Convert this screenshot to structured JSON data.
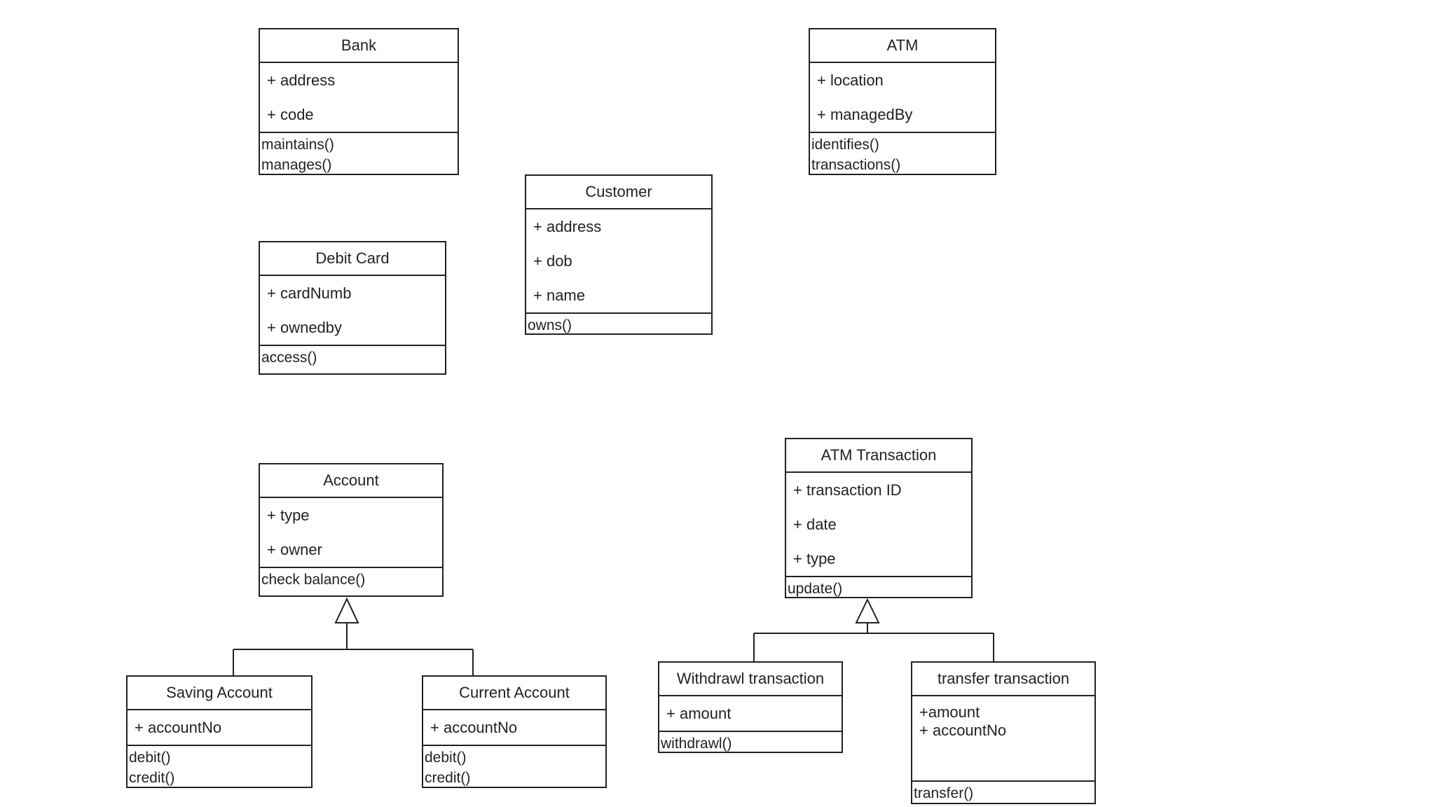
{
  "classes": {
    "bank": {
      "name": "Bank",
      "attributes": [
        "+ address",
        "+ code"
      ],
      "operations": [
        "maintains()",
        "manages()"
      ]
    },
    "atm": {
      "name": "ATM",
      "attributes": [
        "+ location",
        "+ managedBy"
      ],
      "operations": [
        "identifies()",
        "transactions()"
      ]
    },
    "customer": {
      "name": "Customer",
      "attributes": [
        "+ address",
        "+ dob",
        "+ name"
      ],
      "operations": [
        "owns()"
      ]
    },
    "debit_card": {
      "name": "Debit Card",
      "attributes": [
        "+ cardNumb",
        "+ ownedby"
      ],
      "operations": [
        "access()"
      ]
    },
    "account": {
      "name": "Account",
      "attributes": [
        "+ type",
        "+ owner"
      ],
      "operations": [
        "check balance()"
      ]
    },
    "atm_transaction": {
      "name": "ATM Transaction",
      "attributes": [
        "+ transaction ID",
        "+ date",
        "+ type"
      ],
      "operations": [
        "update()"
      ]
    },
    "saving_account": {
      "name": "Saving Account",
      "attributes": [
        "+ accountNo"
      ],
      "operations": [
        "debit()",
        "credit()"
      ]
    },
    "current_account": {
      "name": "Current Account",
      "attributes": [
        "+ accountNo"
      ],
      "operations": [
        "debit()",
        "credit()"
      ]
    },
    "withdrawl_transaction": {
      "name": "Withdrawl transaction",
      "attributes": [
        "+ amount"
      ],
      "operations": [
        "withdrawl()"
      ]
    },
    "transfer_transaction": {
      "name": "transfer transaction",
      "attributes": [
        "+amount",
        "+ accountNo"
      ],
      "operations": [
        "transfer()"
      ]
    }
  },
  "relations": [
    {
      "type": "generalization",
      "parent": "account",
      "children": [
        "saving_account",
        "current_account"
      ]
    },
    {
      "type": "generalization",
      "parent": "atm_transaction",
      "children": [
        "withdrawl_transaction",
        "transfer_transaction"
      ]
    }
  ],
  "colors": {
    "line": "#222222",
    "background": "#ffffff"
  }
}
